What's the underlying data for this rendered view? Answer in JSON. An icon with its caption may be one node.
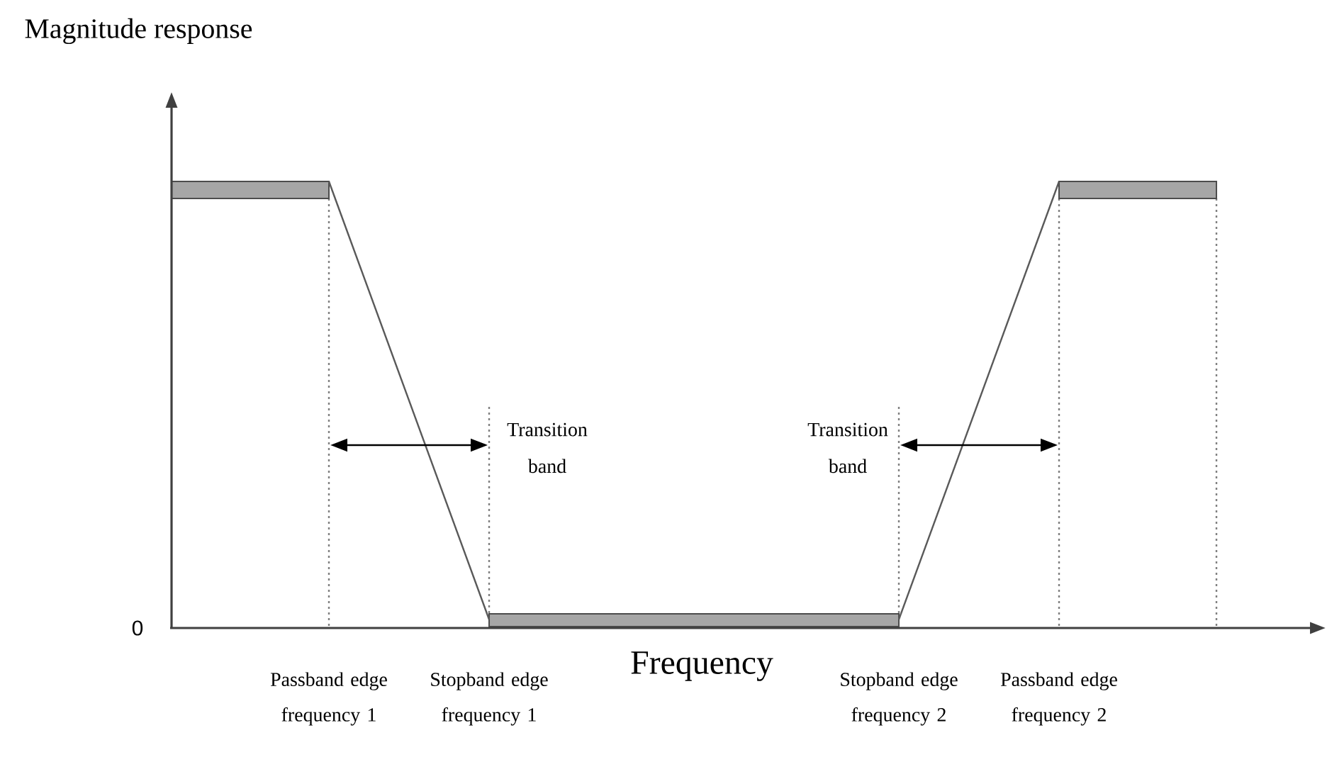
{
  "diagram": {
    "labels": [
      "Magnitude response",
      "Transition band",
      "Transition band",
      "0",
      "Passband edge frequency 1",
      "Stopband edge frequency 1",
      "Frequency",
      "Stopband edge frequency 2",
      "Passband edge frequency 2"
    ]
  }
}
